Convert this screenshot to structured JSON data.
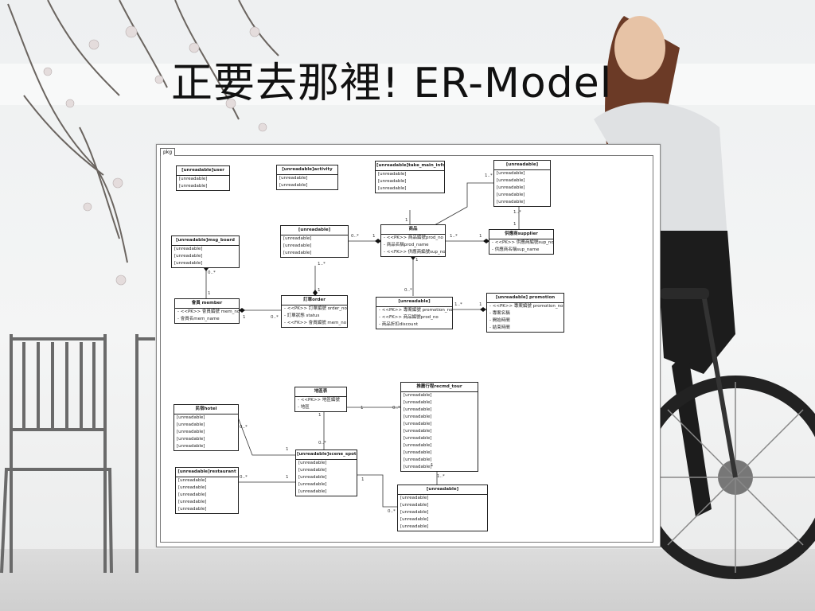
{
  "slide": {
    "title": "正要去那裡! ER-Model"
  },
  "diagram": {
    "package_label": "pkg",
    "entities": [
      {
        "id": "user",
        "header": "[unreadable]user",
        "attrs": [
          "[unreadable]",
          "[unreadable]"
        ]
      },
      {
        "id": "activity",
        "header": "[unreadable]activity",
        "attrs": [
          "[unreadable]",
          "[unreadable]"
        ]
      },
      {
        "id": "take_main_info",
        "header": "[unreadable]take_main_info",
        "attrs": [
          "[unreadable]",
          "[unreadable]",
          "[unreadable]"
        ]
      },
      {
        "id": "record",
        "header": "[unreadable]",
        "attrs": [
          "[unreadable]",
          "[unreadable]",
          "[unreadable]",
          "[unreadable]",
          "[unreadable]"
        ]
      },
      {
        "id": "msg_board",
        "header": "[unreadable]msg_board",
        "attrs": [
          "[unreadable]",
          "[unreadable]",
          "[unreadable]"
        ]
      },
      {
        "id": "order_detail",
        "header": "[unreadable]",
        "attrs": [
          "[unreadable]",
          "[unreadable]",
          "[unreadable]"
        ]
      },
      {
        "id": "product",
        "header": "商品",
        "attrs": [
          "- <<PK>> 商品編號prod_no",
          "- 商品名稱prod_name",
          "- <<FK>> 供應商編號sup_no"
        ]
      },
      {
        "id": "supplier",
        "header": "供應商supplier",
        "attrs": [
          "- <<PK>> 供應商編號sup_no",
          "- 供應商名稱sup_name"
        ]
      },
      {
        "id": "member",
        "header": "會員 member",
        "attrs": [
          "- <<PK>> 會員編號 mem_no",
          "- 會員名mem_name"
        ]
      },
      {
        "id": "order",
        "header": "訂單order",
        "attrs": [
          "- <<PK>> 訂單編號 order_no",
          "- 訂單狀態 status",
          "- <<FK>> 會員編號 mem_no"
        ]
      },
      {
        "id": "promo_detail",
        "header": "[unreadable]",
        "attrs": [
          "- <<PK>> 專案編號 promotion_no",
          "- <<FK>> 商品編號prod_no",
          "- 商品折扣discount"
        ]
      },
      {
        "id": "promotion",
        "header": "[unreadable] promotion",
        "attrs": [
          "- <<PK>> 專案編號 promotion_no",
          "- 專案名稱",
          "- 開始時間",
          "- 結束時間"
        ]
      },
      {
        "id": "area",
        "header": "地區表",
        "attrs": [
          "- <<PK>> 地區編號",
          "- 地區"
        ]
      },
      {
        "id": "recmd_tour",
        "header": "推薦行程recmd_tour",
        "attrs": [
          "[unreadable]",
          "[unreadable]",
          "[unreadable]",
          "[unreadable]",
          "[unreadable]",
          "[unreadable]",
          "[unreadable]",
          "[unreadable]",
          "[unreadable]",
          "[unreadable]",
          "[unreadable]"
        ]
      },
      {
        "id": "hotel",
        "header": "民宿hotel",
        "attrs": [
          "[unreadable]",
          "[unreadable]",
          "[unreadable]",
          "[unreadable]",
          "[unreadable]"
        ]
      },
      {
        "id": "scene_spot",
        "header": "[unreadable]scene_spot",
        "attrs": [
          "[unreadable]",
          "[unreadable]",
          "[unreadable]",
          "[unreadable]",
          "[unreadable]"
        ]
      },
      {
        "id": "restaurant",
        "header": "[unreadable]restaurant",
        "attrs": [
          "[unreadable]",
          "[unreadable]",
          "[unreadable]",
          "[unreadable]",
          "[unreadable]"
        ]
      },
      {
        "id": "tour_spot",
        "header": "[unreadable]",
        "attrs": [
          "[unreadable]",
          "[unreadable]",
          "[unreadable]",
          "[unreadable]",
          "[unreadable]"
        ]
      }
    ],
    "multiplicities": {
      "m1": "1..*",
      "m2": "1",
      "m3": "1..*",
      "m4": "1",
      "m5": "0..*",
      "m6": "1",
      "m7": "1..*",
      "m8": "1",
      "m9": "0..*",
      "m10": "1",
      "m11": "1..*",
      "m12": "1",
      "m13": "0..*",
      "m14": "1",
      "m15": "0..*",
      "m16": "1",
      "m17": "1..*",
      "m18": "1",
      "m19": "0..*",
      "m20": "1",
      "m21": "0..*",
      "m22": "1",
      "m23": "0..*",
      "m24": "1",
      "m25": "0..*",
      "m26": "1",
      "m27": "1",
      "m28": "1..*",
      "m29": "1",
      "m30": "0..*"
    }
  }
}
